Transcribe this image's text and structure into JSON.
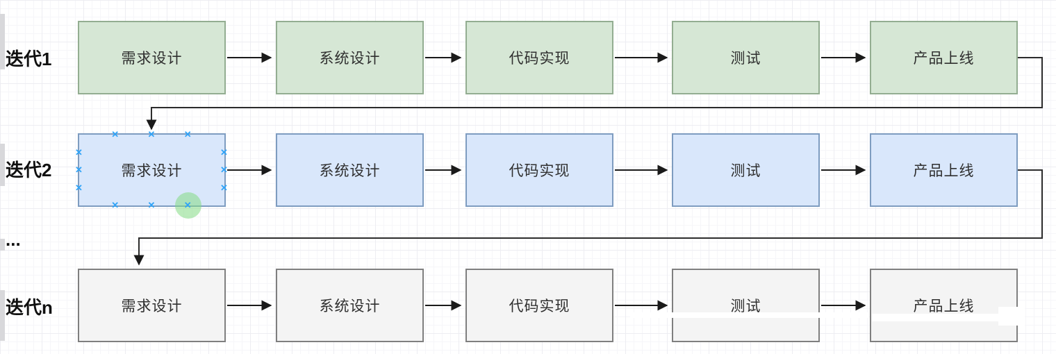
{
  "diagram": {
    "rows": [
      {
        "label": "迭代1",
        "cells": [
          "需求设计",
          "系统设计",
          "代码实现",
          "测试",
          "产品上线"
        ]
      },
      {
        "label": "迭代2",
        "cells": [
          "需求设计",
          "系统设计",
          "代码实现",
          "测试",
          "产品上线"
        ]
      },
      {
        "label": "迭代n",
        "cells": [
          "需求设计",
          "系统设计",
          "代码实现",
          "测试",
          "产品上线"
        ]
      }
    ],
    "ellipsis_label": "...",
    "selected_cell": {
      "row": "迭代2",
      "cell": "需求设计"
    },
    "icons": {
      "connection_point": "✕"
    },
    "colors": {
      "iteration1_fill": "#d6e7d5",
      "iteration1_border": "#93ad91",
      "iteration2_fill": "#d9e7fb",
      "iteration2_border": "#7e9cc0",
      "iterationN_fill": "#f4f4f4",
      "iterationN_border": "#7f7f7f",
      "connector": "#1a1a1a",
      "selection_handle": "#2fa3f7",
      "connection_hover": "#83db83"
    }
  }
}
